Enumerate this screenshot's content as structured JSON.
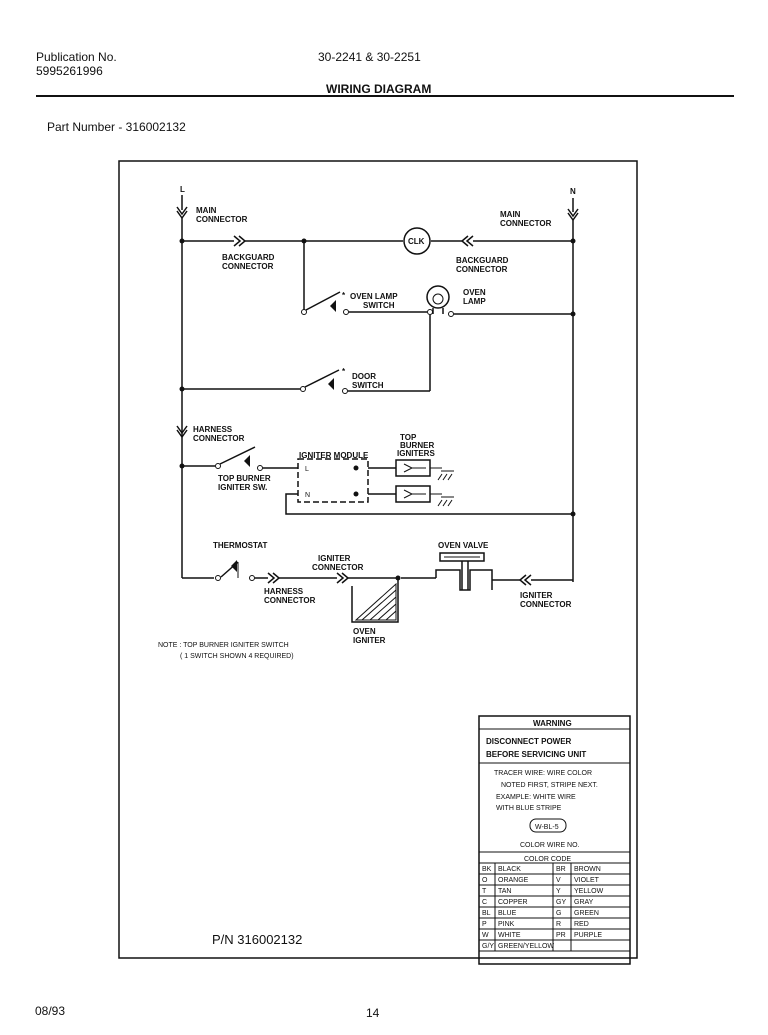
{
  "header": {
    "publication_label": "Publication No.",
    "publication_number": "5995261996",
    "model_numbers": "30-2241 & 30-2251",
    "diagram_title": "WIRING DIAGRAM",
    "part_number_line": "Part Number - 316002132"
  },
  "diagram": {
    "line_terminal": "L",
    "neutral_terminal": "N",
    "main_connector_left": [
      "MAIN",
      "CONNECTOR"
    ],
    "main_connector_right": [
      "MAIN",
      "CONNECTOR"
    ],
    "clock": "CLK",
    "backguard_left": [
      "BACKGUARD",
      "CONNECTOR"
    ],
    "backguard_right": [
      "BACKGUARD",
      "CONNECTOR"
    ],
    "oven_lamp_switch": [
      "OVEN LAMP",
      "SWITCH"
    ],
    "oven_lamp": [
      "OVEN",
      "LAMP"
    ],
    "door_switch": [
      "DOOR",
      "SWITCH"
    ],
    "asterisk": "*",
    "harness_connector_top": [
      "HARNESS",
      "CONNECTOR"
    ],
    "top_burner_igniter_sw": [
      "TOP BURNER",
      "IGNITER SW."
    ],
    "igniter_module": "IGNITER MODULE",
    "module_l": "L",
    "module_n": "N",
    "top_burner_igniters": [
      "TOP",
      "BURNER",
      "IGNITERS"
    ],
    "thermostat": "THERMOSTAT",
    "igniter_connector_mid": [
      "IGNITER",
      "CONNECTOR"
    ],
    "harness_connector_bottom": [
      "HARNESS",
      "CONNECTOR"
    ],
    "oven_valve": "OVEN VALVE",
    "igniter_connector_right": [
      "IGNITER",
      "CONNECTOR"
    ],
    "oven_igniter": [
      "OVEN",
      "IGNITER"
    ],
    "note": [
      "NOTE : TOP BURNER IGNITER SWITCH",
      "( 1 SWITCH SHOWN 4 REQUIRED)"
    ],
    "part_number_stamp": "P/N 316002132"
  },
  "legend": {
    "warning_title": "WARNING",
    "warning_lines": [
      "DISCONNECT POWER",
      "BEFORE SERVICING UNIT"
    ],
    "tracer_lines": [
      "TRACER WIRE:  WIRE COLOR",
      "NOTED FIRST, STRIPE NEXT.",
      "EXAMPLE: WHITE WIRE",
      "WITH BLUE STRIPE"
    ],
    "example_badge": "W-BL-5",
    "color_wire_no": "COLOR WIRE NO.",
    "color_code_title": "COLOR CODE",
    "rows": [
      {
        "c1": "BK",
        "n1": "BLACK",
        "c2": "BR",
        "n2": "BROWN"
      },
      {
        "c1": "O",
        "n1": "ORANGE",
        "c2": "V",
        "n2": "VIOLET"
      },
      {
        "c1": "T",
        "n1": "TAN",
        "c2": "Y",
        "n2": "YELLOW"
      },
      {
        "c1": "C",
        "n1": "COPPER",
        "c2": "GY",
        "n2": "GRAY"
      },
      {
        "c1": "BL",
        "n1": "BLUE",
        "c2": "G",
        "n2": "GREEN"
      },
      {
        "c1": "P",
        "n1": "PINK",
        "c2": "R",
        "n2": "RED"
      },
      {
        "c1": "W",
        "n1": "WHITE",
        "c2": "PR",
        "n2": "PURPLE"
      },
      {
        "c1": "G/Y",
        "n1": "GREEN/YELLOW",
        "c2": "",
        "n2": ""
      }
    ]
  },
  "footer": {
    "date": "08/93",
    "page_number": "14"
  }
}
